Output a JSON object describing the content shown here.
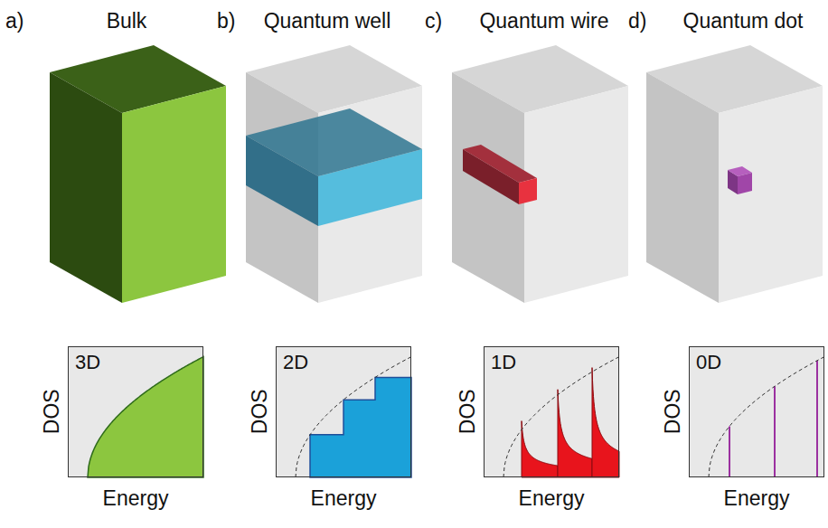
{
  "diagram": {
    "nodes": [
      {
        "text": [
          "3D"
        ]
      },
      {
        "text": [
          "2D"
        ]
      },
      {
        "text": [
          "1D"
        ]
      },
      {
        "text": [
          "0D"
        ]
      }
    ],
    "labels": [
      "a)",
      "Bulk",
      "b)",
      "Quantum well",
      "c)",
      "Quantum wire",
      "d)",
      "Quantum dot",
      "DOS",
      "Energy",
      "DOS",
      "Energy",
      "DOS",
      "Energy",
      "DOS",
      "Energy"
    ]
  }
}
